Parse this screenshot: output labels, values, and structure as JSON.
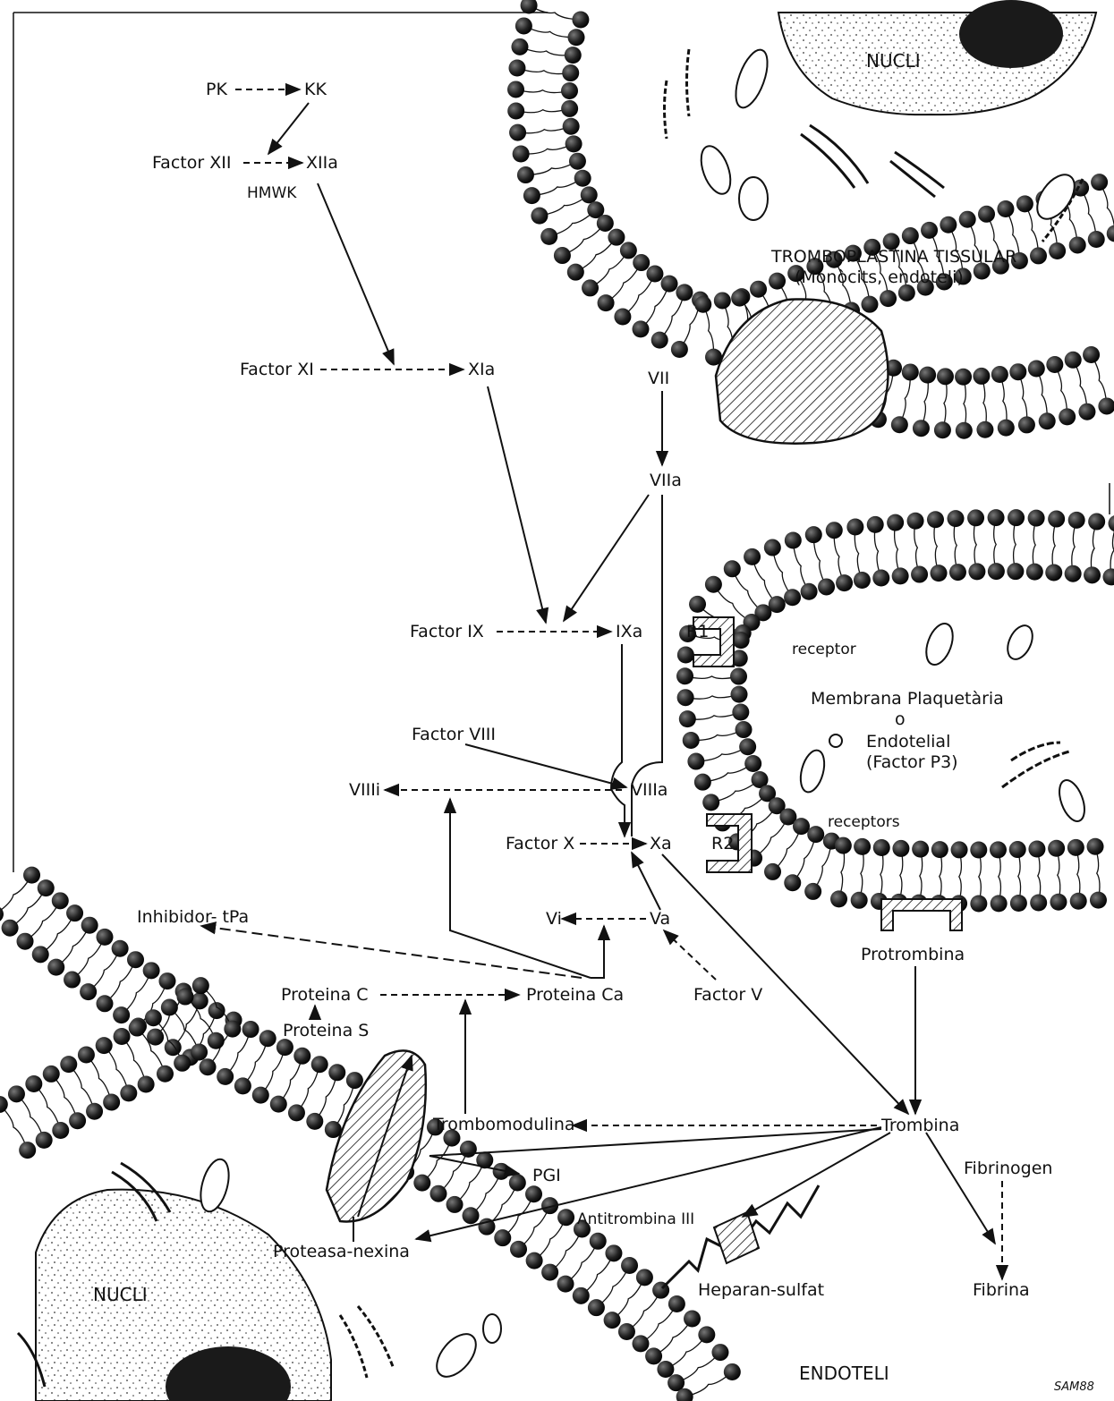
{
  "cascade": {
    "pk": "PK",
    "kk": "KK",
    "factor_xii": "Factor XII",
    "xiia": "XIIa",
    "hmwk": "HMWK",
    "factor_xi": "Factor XI",
    "xia": "XIa",
    "vii": "VII",
    "viia": "VIIa",
    "factor_ix": "Factor IX",
    "ixa": "IXa",
    "factor_viii": "Factor VIII",
    "viiii": "VIIIi",
    "viiia": "VIIIa",
    "factor_x": "Factor X",
    "xa": "Xa",
    "vi": "Vi",
    "va": "Va",
    "factor_v": "Factor V",
    "inhibidor_tpa": "Inhibidor- tPa",
    "proteina_c": "Proteina C",
    "proteina_ca": "Proteina Ca",
    "proteina_s": "Proteina S"
  },
  "cell_top": {
    "nucli": "NUCLI",
    "tromboplastina": "TROMBOPLASTINA TISSULAR",
    "tromboplastina_sub": "(Monòcits, endoteli)"
  },
  "platelet": {
    "r1": "R1",
    "r2": "R2",
    "receptor": "receptor",
    "receptors": "receptors",
    "membrana": "Membrana Plaquetària",
    "o": "o",
    "endotelial": "Endotelial",
    "factor_p3": "(Factor P3)",
    "protrombina": "Protrombina"
  },
  "endothelium": {
    "trombomodulina": "Trombomodulina",
    "trombina": "Trombina",
    "pgi": "PGI",
    "fibrinogen": "Fibrinogen",
    "fibrina": "Fibrina",
    "antitrombina": "Antitrombina III",
    "proteasa": "Proteasa-nexina",
    "heparan": "Heparan-sulfat",
    "nucli": "NUCLI",
    "endoteli": "ENDOTELI",
    "signature": "SAM88"
  }
}
